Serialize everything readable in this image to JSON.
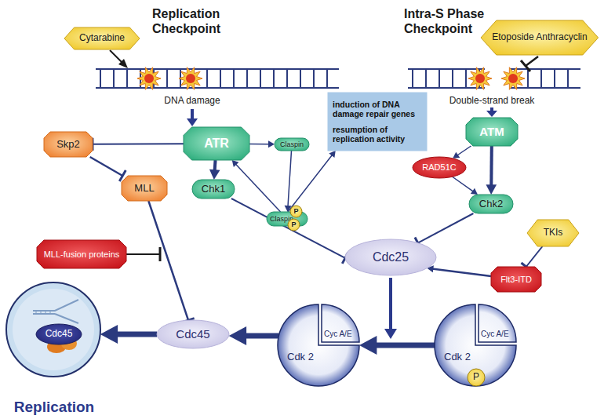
{
  "diagram": {
    "nodes": [
      {
        "text": [
          "Cytarabine"
        ]
      },
      {
        "text": [
          "Etoposide Anthracyclin"
        ]
      },
      {
        "text": [
          "induction of DNA damage repair genes",
          "resumption of replication activity"
        ]
      },
      {
        "text": [
          "Skp2"
        ]
      },
      {
        "text": [
          "ATR"
        ]
      },
      {
        "text": [
          "Claspin"
        ]
      },
      {
        "text": [
          "ATM"
        ]
      },
      {
        "text": [
          "RAD51C"
        ]
      },
      {
        "text": [
          "MLL"
        ]
      },
      {
        "text": [
          "Chk1"
        ]
      },
      {
        "text": [
          "Claspin"
        ]
      },
      {
        "text": [
          "P"
        ],
        "in": 10
      },
      {
        "text": [
          "P"
        ],
        "in": 10
      },
      {
        "text": [
          "Chk2"
        ]
      },
      {
        "text": [
          "TKIs"
        ]
      },
      {
        "text": [
          "MLL-fusion proteins"
        ]
      },
      {
        "text": [
          "Cdc25"
        ]
      },
      {
        "text": [
          "Flt3-ITD"
        ]
      },
      {
        "text": [
          "Replication"
        ]
      },
      {
        "text": [
          "Cdc45"
        ],
        "in": 18
      },
      {
        "text": [
          "Cdc45"
        ]
      },
      {
        "text": [
          "Cdk 2"
        ]
      },
      {
        "text": [
          "Cyc A/E"
        ],
        "in": 21
      },
      {
        "text": [
          "Cdk 2"
        ]
      },
      {
        "text": [
          "Cyc A/E"
        ],
        "in": 23
      },
      {
        "text": [
          "P"
        ],
        "in": 23
      }
    ],
    "edges": [
      {
        "from": 4,
        "to": 3,
        "arrow": "to"
      },
      {
        "from": 3,
        "to": 8,
        "arrow": "to"
      },
      {
        "from": 4,
        "to": 9,
        "arrow": "to"
      },
      {
        "from": 4,
        "to": 5,
        "arrow": "to"
      },
      {
        "from": 5,
        "to": 10,
        "arrow": "to"
      },
      {
        "from": 10,
        "to": 4,
        "arrow": "to"
      },
      {
        "from": 10,
        "to": 2,
        "arrow": "to"
      },
      {
        "from": 6,
        "to": 7,
        "arrow": "to"
      },
      {
        "from": 6,
        "to": 13,
        "arrow": "to"
      },
      {
        "from": 7,
        "to": 13,
        "arrow": "to"
      },
      {
        "from": 9,
        "to": 16,
        "arrow": "to"
      },
      {
        "from": 13,
        "to": 16,
        "arrow": "to"
      },
      {
        "from": 14,
        "to": 17,
        "arrow": "to"
      },
      {
        "from": 17,
        "to": 16,
        "arrow": "to"
      },
      {
        "from": 8,
        "to": 20,
        "arrow": "to"
      },
      {
        "from": 23,
        "to": 21,
        "arrow": "to"
      },
      {
        "from": 21,
        "to": 20,
        "arrow": "to"
      },
      {
        "from": 20,
        "to": 18,
        "arrow": "to"
      }
    ],
    "labels": [
      "Replication Checkpoint",
      "Intra-S Phase Checkpoint",
      "DNA damage",
      "Double-strand break"
    ]
  }
}
